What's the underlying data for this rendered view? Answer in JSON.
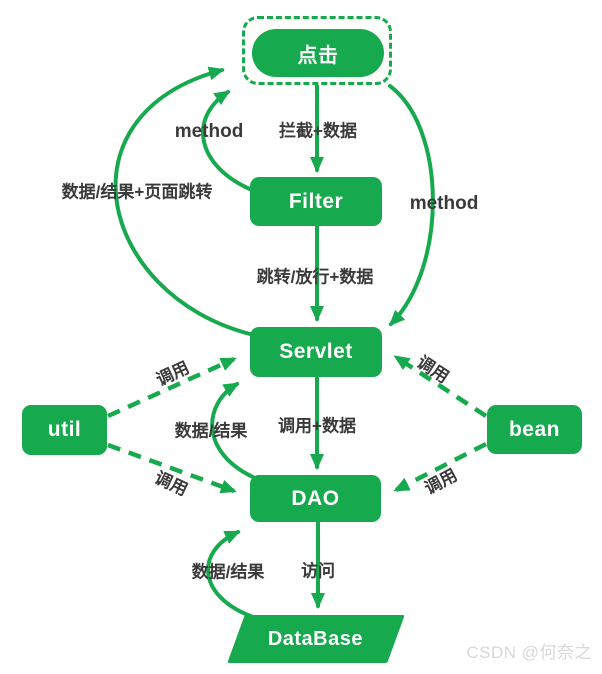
{
  "diagram": {
    "nodes": {
      "click": {
        "label": "点击",
        "shape": "pill-in-dashed-box"
      },
      "filter": {
        "label": "Filter",
        "shape": "rect"
      },
      "servlet": {
        "label": "Servlet",
        "shape": "rect"
      },
      "util": {
        "label": "util",
        "shape": "rect"
      },
      "bean": {
        "label": "bean",
        "shape": "rect"
      },
      "dao": {
        "label": "DAO",
        "shape": "rect"
      },
      "database": {
        "label": "DataBase",
        "shape": "parallelogram"
      }
    },
    "edges": [
      {
        "from": "点击",
        "to": "Filter",
        "label": "拦截+数据",
        "style": "solid"
      },
      {
        "from": "Filter",
        "to": "点击",
        "label": "method",
        "style": "solid"
      },
      {
        "from": "Servlet",
        "to": "点击",
        "label": "数据/结果+页面跳转",
        "style": "solid"
      },
      {
        "from": "点击",
        "to": "Servlet",
        "label": "method",
        "style": "solid"
      },
      {
        "from": "Filter",
        "to": "Servlet",
        "label": "跳转/放行+数据",
        "style": "solid"
      },
      {
        "from": "util",
        "to": "Servlet",
        "label": "调用",
        "style": "dashed"
      },
      {
        "from": "bean",
        "to": "Servlet",
        "label": "调用",
        "style": "dashed"
      },
      {
        "from": "Servlet",
        "to": "DAO",
        "label": "调用+数据",
        "style": "solid"
      },
      {
        "from": "DAO",
        "to": "Servlet",
        "label": "数据/结果",
        "style": "solid"
      },
      {
        "from": "util",
        "to": "DAO",
        "label": "调用",
        "style": "dashed"
      },
      {
        "from": "bean",
        "to": "DAO",
        "label": "调用",
        "style": "dashed"
      },
      {
        "from": "DAO",
        "to": "DataBase",
        "label": "访问",
        "style": "solid"
      },
      {
        "from": "DataBase",
        "to": "DAO",
        "label": "数据/结果",
        "style": "solid"
      }
    ]
  },
  "watermark": "CSDN @何奈之",
  "colors": {
    "green": "#16a94e",
    "label_text": "#3a3a3a",
    "node_text": "#ffffff",
    "watermark": "#d8d8d8"
  }
}
